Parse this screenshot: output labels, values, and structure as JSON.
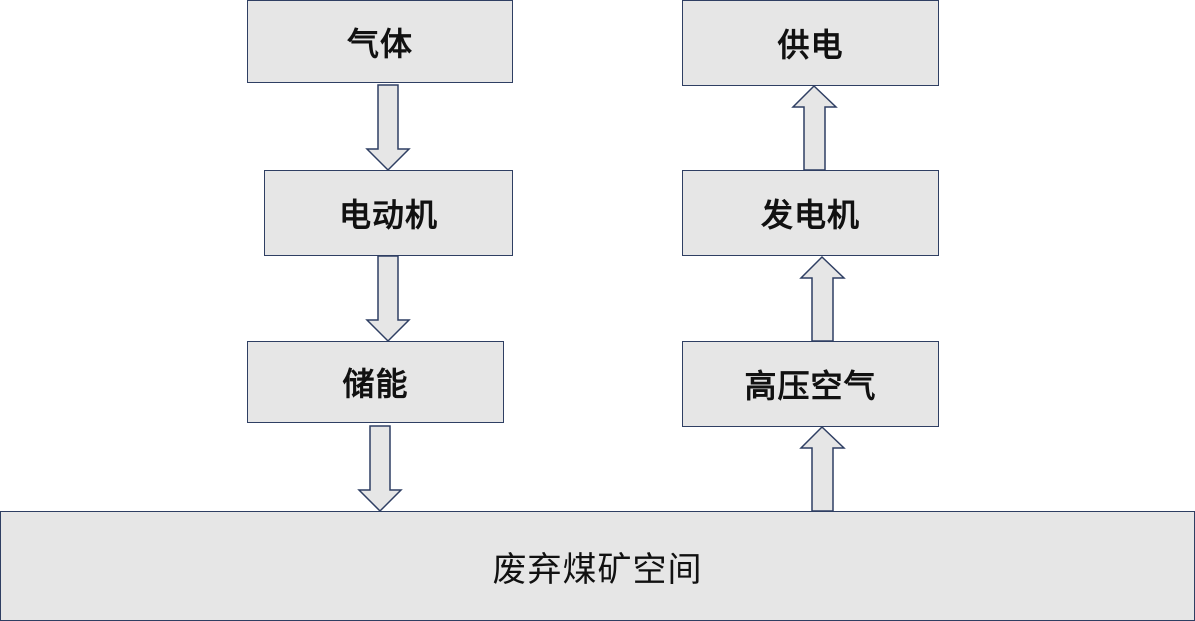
{
  "left_column": {
    "gas": "气体",
    "motor": "电动机",
    "storage": "储能"
  },
  "right_column": {
    "power_supply": "供电",
    "generator": "发电机",
    "high_pressure_air": "高压空气"
  },
  "base": {
    "label": "废弃煤矿空间"
  }
}
